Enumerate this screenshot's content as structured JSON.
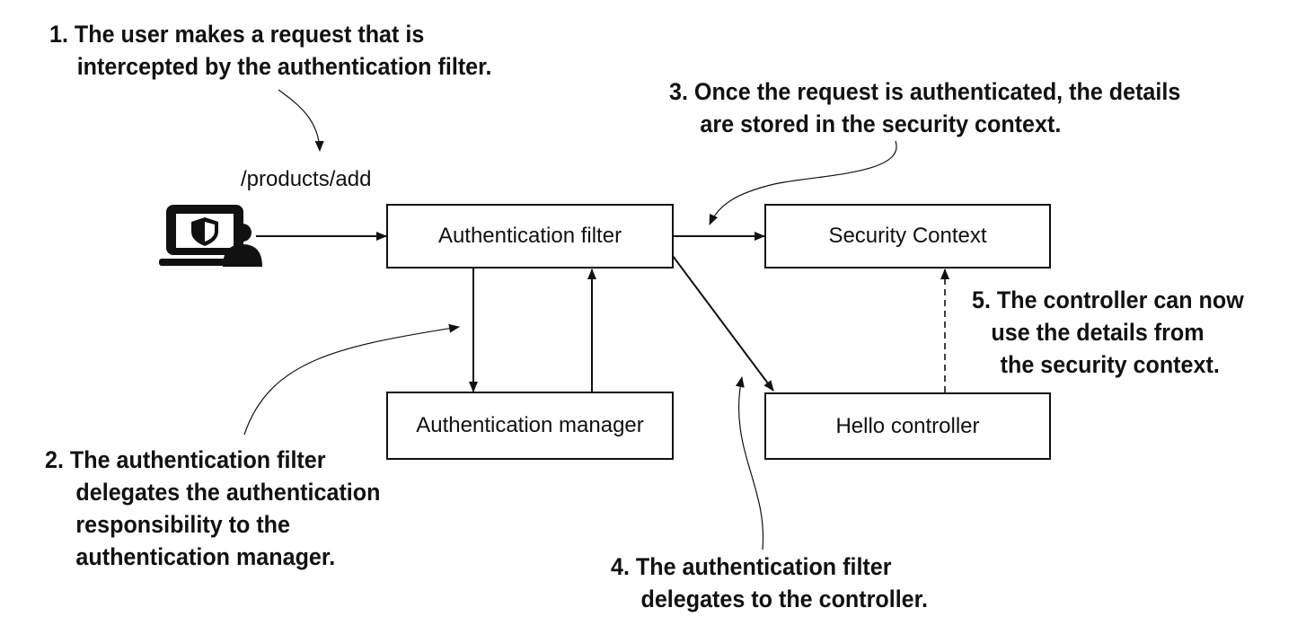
{
  "request_path": "/products/add",
  "boxes": {
    "auth_filter": "Authentication filter",
    "auth_manager": "Authentication manager",
    "security_context": "Security Context",
    "hello_controller": "Hello controller"
  },
  "steps": [
    {
      "lines": [
        "1. The user makes a request that is",
        "intercepted by the authentication filter."
      ]
    },
    {
      "lines": [
        "2. The authentication filter",
        "delegates the authentication",
        "responsibility to the",
        "authentication manager."
      ]
    },
    {
      "lines": [
        "3. Once the request is authenticated, the details",
        "are stored in the security context."
      ]
    },
    {
      "lines": [
        "4. The authentication filter",
        "delegates to the controller."
      ]
    },
    {
      "lines": [
        "5. The controller can now",
        "use the details from",
        "the security context."
      ]
    }
  ],
  "icons": {
    "user": "user-with-laptop-shield-icon"
  },
  "colors": {
    "stroke": "#111111",
    "background": "#ffffff"
  }
}
